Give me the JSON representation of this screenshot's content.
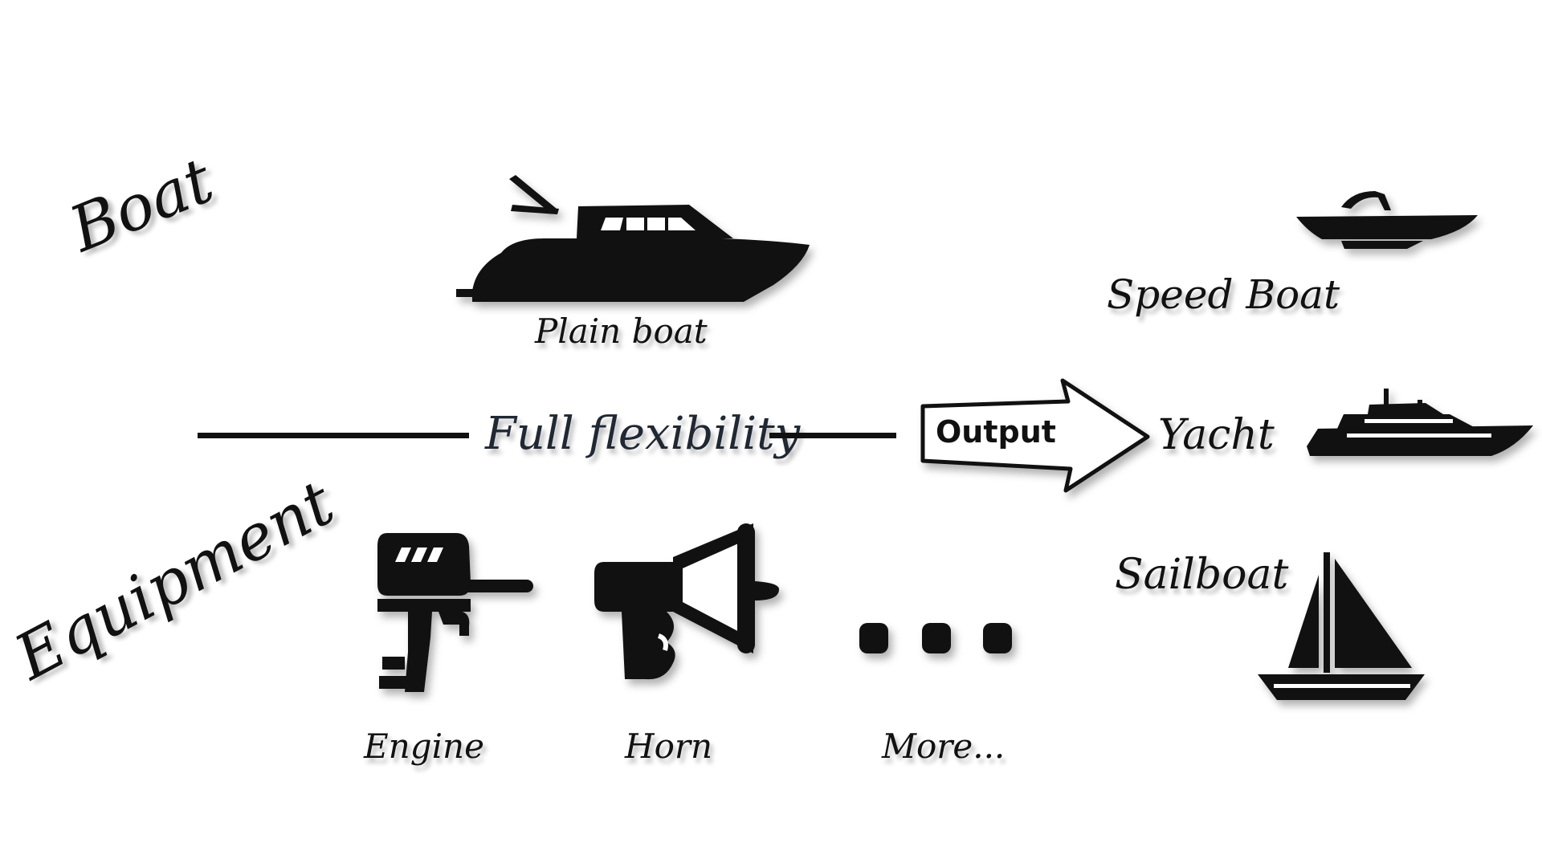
{
  "rows": {
    "boat_label": "Boat",
    "equipment_label": "Equipment"
  },
  "boat": {
    "caption": "Plain boat",
    "icon": "motor-yacht-icon"
  },
  "equipment": [
    {
      "caption": "Engine",
      "icon": "outboard-engine-icon"
    },
    {
      "caption": "Horn",
      "icon": "megaphone-horn-icon"
    },
    {
      "caption": "More...",
      "icon": "ellipsis-icon"
    }
  ],
  "divider": {
    "label": "Full flexibility"
  },
  "arrow": {
    "label": "Output"
  },
  "outputs": [
    {
      "caption": "Speed Boat",
      "icon": "speed-boat-icon"
    },
    {
      "caption": "Yacht",
      "icon": "yacht-icon"
    },
    {
      "caption": "Sailboat",
      "icon": "sailboat-icon"
    }
  ],
  "colors": {
    "ink": "#111111",
    "label_ink": "#1f2833",
    "background": "#ffffff"
  }
}
